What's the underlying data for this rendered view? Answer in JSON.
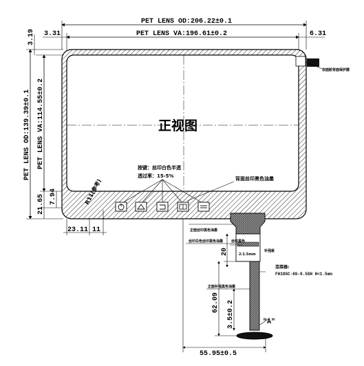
{
  "dimensions": {
    "lens_od_width": "PET LENS OD:206.22±0.1",
    "lens_va_width": "PET LENS VA:196.61±0.2",
    "left_margin": "3.31",
    "right_margin": "6.31",
    "top_margin": "3.19",
    "lens_od_height": "PET LENS OD:139.39±0.1",
    "lens_va_height": "PET LENS VA:114.55±0.2",
    "bottom_border_a": "21.65",
    "bottom_border_b": "7.94",
    "left_offset": "23.11",
    "icon_offset": "11",
    "fpc_length": "62.09",
    "fpc_stiffener": "3.5±0.2",
    "fpc_bend": "20",
    "fpc_width": "55.95±0.5"
  },
  "labels": {
    "front_view": "正视图",
    "button_note_1": "按键：丝印白色半透",
    "button_note_2": "透过率：15-5%",
    "back_print": "背面丝印黑色油墨",
    "corner_label": "R11(参考)",
    "tape_label": "双面胶背面保护膜",
    "fpc_note_1": "正面丝印黑色油墨",
    "fpc_note_2": "丝印白色丝印黑色油墨",
    "fpc_note_3": "丝印黑色",
    "fpc_note_4": "补强板",
    "fpc_note_5": "正面补强黑色油墨",
    "fpc_gap": "2:1.5mm",
    "connector_title": "连接器:",
    "connector_part": "FH19SC-6S-0.5SH  H<1.5mm",
    "detail_marker": "\"A\""
  },
  "buttons": [
    {
      "icon": "power-icon"
    },
    {
      "icon": "home-icon"
    },
    {
      "icon": "back-icon"
    },
    {
      "icon": "menu-icon"
    },
    {
      "icon": "list-icon"
    }
  ]
}
